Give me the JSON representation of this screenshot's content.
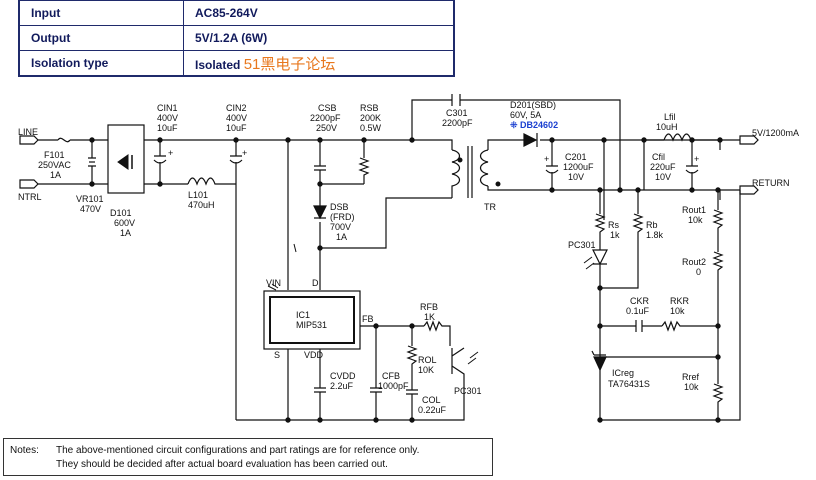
{
  "spec_table": {
    "rows": [
      {
        "label": "Input",
        "value": "AC85-264V"
      },
      {
        "label": "Output",
        "value": "5V/1.2A (6W)"
      },
      {
        "label": "Isolation type",
        "value": "Isolated",
        "watermark": "51黑电子论坛"
      }
    ]
  },
  "components": {
    "line": "LINE",
    "ntrl": "NTRL",
    "f101": [
      "F101",
      "250VAC",
      "1A"
    ],
    "vr101": [
      "VR101",
      "470V"
    ],
    "d101": [
      "D101",
      "600V",
      "1A"
    ],
    "cin1": [
      "CIN1",
      "400V",
      "10uF"
    ],
    "l101": [
      "L101",
      "470uH"
    ],
    "cin2": [
      "CIN2",
      "400V",
      "10uF"
    ],
    "csb": [
      "CSB",
      "2200pF",
      "250V"
    ],
    "rsb": [
      "RSB",
      "200K",
      "0.5W"
    ],
    "dsb": [
      "DSB",
      "(FRD)",
      "700V",
      "1A"
    ],
    "c301": [
      "C301",
      "2200pF"
    ],
    "d201": [
      "D201(SBD)",
      "60V, 5A"
    ],
    "d201_alt": "DB24602",
    "tr": "TR",
    "c201": [
      "C201",
      "1200uF",
      "10V"
    ],
    "lfil": [
      "Lfil",
      "10uH"
    ],
    "cfil": [
      "Cfil",
      "220uF",
      "10V"
    ],
    "out_5v": "5V/1200mA",
    "return": "RETURN",
    "rs": [
      "Rs",
      "1k"
    ],
    "rb": [
      "Rb",
      "1.8k"
    ],
    "pc301_led": "PC301",
    "rout1": [
      "Rout1",
      "10k"
    ],
    "rout2": [
      "Rout2",
      "0"
    ],
    "ckr": [
      "CKR",
      "0.1uF"
    ],
    "rkr": [
      "RKR",
      "10k"
    ],
    "icreg": [
      "ICreg",
      "TA76431S"
    ],
    "rref": [
      "Rref",
      "10k"
    ],
    "ic1": [
      "IC1",
      "MIP531"
    ],
    "pins": {
      "vin": "VIN",
      "d": "D",
      "fb": "FB",
      "s": "S",
      "vdd": "VDD"
    },
    "rfb": [
      "RFB",
      "1K"
    ],
    "rol": [
      "ROL",
      "10K"
    ],
    "col": [
      "COL",
      "0.22uF"
    ],
    "cvdd": [
      "CVDD",
      "2.2uF"
    ],
    "cfb": [
      "CFB",
      "1000pF"
    ],
    "pc301_tr": "PC301",
    "plus": "+"
  },
  "notes": {
    "heading": "Notes:",
    "line1": "The above-mentioned circuit configurations and part ratings are for reference only.",
    "line2": "They should be decided after actual board evaluation has been carried out."
  }
}
